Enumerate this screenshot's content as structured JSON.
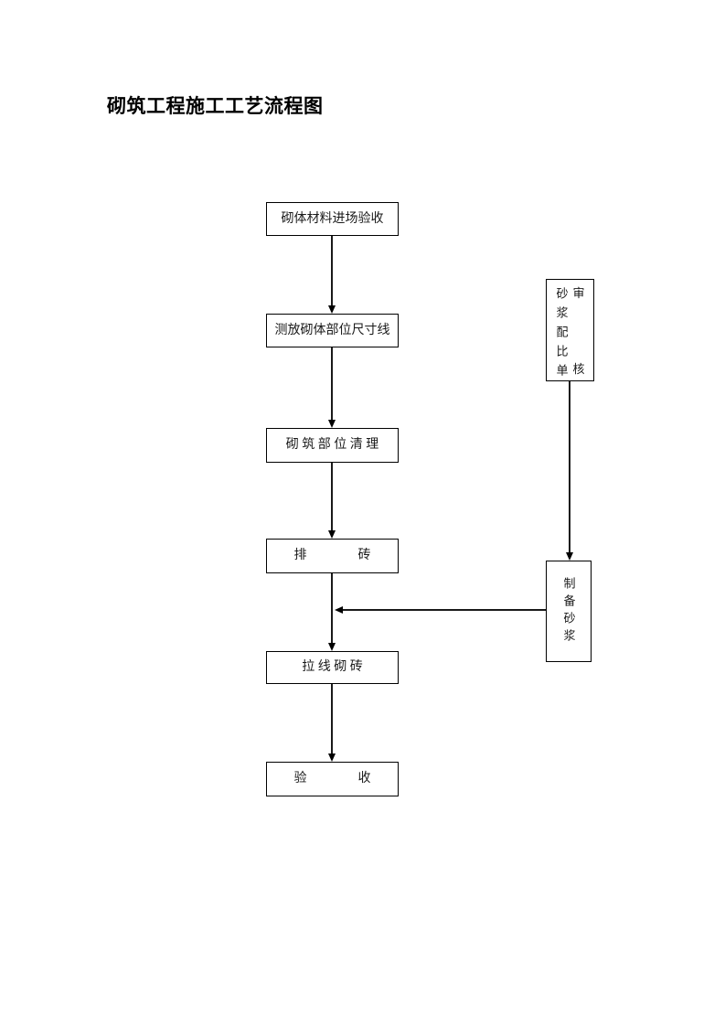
{
  "document": {
    "title": "砌筑工程施工工艺流程图"
  },
  "flowchart": {
    "main_steps": [
      {
        "label": "砌体材料进场验收"
      },
      {
        "label": "测放砌体部位尺寸线"
      },
      {
        "label": "砌 筑 部 位 清 理"
      },
      {
        "label": "排　　　　砖"
      },
      {
        "label": "拉 线 砌 砖"
      },
      {
        "label": "验　　　　收"
      }
    ],
    "side_steps": {
      "mortar_ratio_review": {
        "main_text": "砂浆配比单",
        "side_text_top": "审",
        "side_text_bottom": "核"
      },
      "mortar_preparation": {
        "label": "制备砂浆"
      }
    },
    "colors": {
      "line": "#1a1a1a",
      "box_border": "#000000",
      "text": "#1a1a1a",
      "background": "#ffffff"
    }
  }
}
